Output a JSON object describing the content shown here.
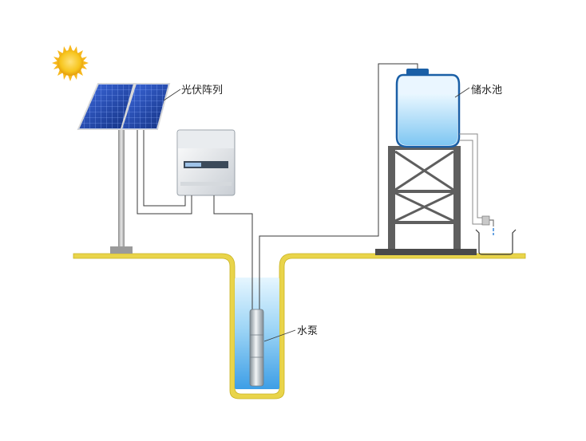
{
  "labels": {
    "pv_array": "光伏阵列",
    "water_tank": "储水池",
    "water_pump": "水泵"
  },
  "colors": {
    "ground": "#e9d44a",
    "ground_edge": "#c9b324",
    "sky_water": "#bfe6fb",
    "panel_cell": "#2147a8",
    "sun": "#f7c51d",
    "pipe": "#3a3a3a",
    "tower": "#6e6e6e"
  }
}
